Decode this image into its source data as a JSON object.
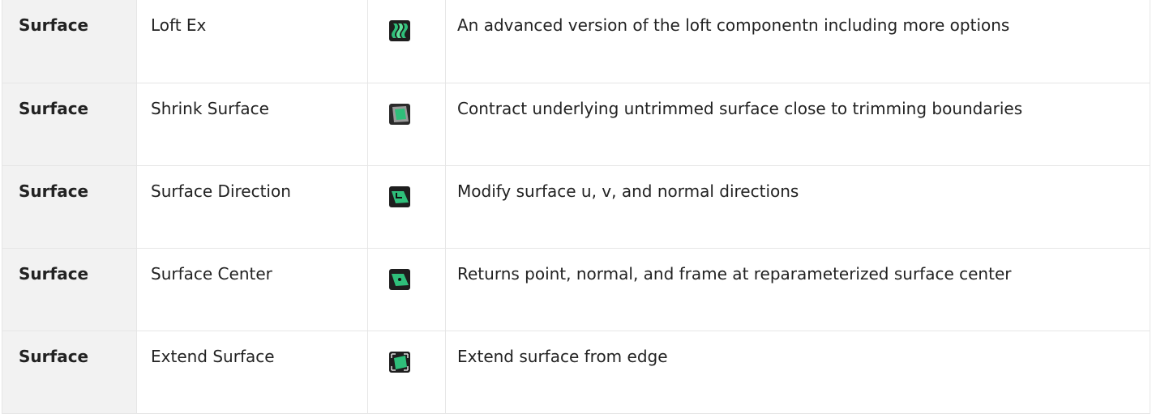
{
  "rows": [
    {
      "category": "Surface",
      "name": "Loft Ex",
      "icon": "loft-ex-icon",
      "description": "An advanced version of the loft componentn including more options"
    },
    {
      "category": "Surface",
      "name": "Shrink Surface",
      "icon": "shrink-surface-icon",
      "description": "Contract underlying untrimmed surface close to trimming boundaries"
    },
    {
      "category": "Surface",
      "name": "Surface Direction",
      "icon": "surface-direction-icon",
      "description": "Modify surface u, v, and normal directions"
    },
    {
      "category": "Surface",
      "name": "Surface Center",
      "icon": "surface-center-icon",
      "description": "Returns point, normal, and frame at reparameterized surface center"
    },
    {
      "category": "Surface",
      "name": "Extend Surface",
      "icon": "extend-surface-icon",
      "description": "Extend surface from edge"
    }
  ],
  "colors": {
    "category_bg": "#f2f2f2",
    "icon_dark": "#1e1e1e",
    "icon_green": "#2fbf7a",
    "border": "#e6e6e6"
  }
}
